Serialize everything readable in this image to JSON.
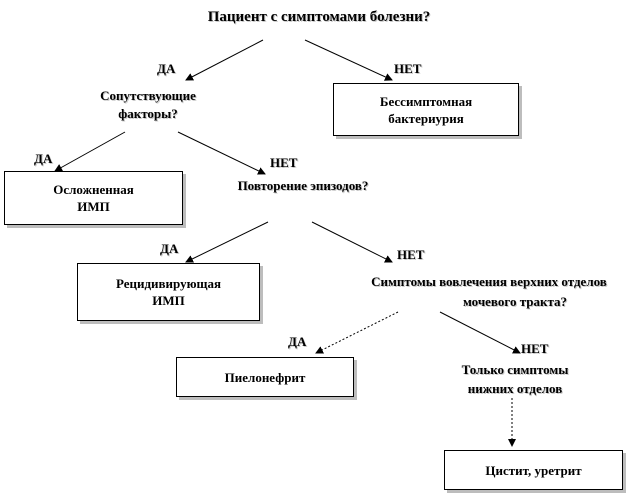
{
  "root": "Пациент с симптомами болезни?",
  "yes": "ДА",
  "no": "НЕТ",
  "nodes": {
    "comorbid": [
      "Сопутствующие",
      "факторы?"
    ],
    "asymptomatic": [
      "Бессимптомная",
      "бактериурия"
    ],
    "complicated": [
      "Осложненная",
      "ИМП"
    ],
    "recurrence": "Повторение эпизодов?",
    "recurrent": [
      "Рецидивирующая",
      "ИМП"
    ],
    "upper": [
      "Симптомы вовлечения верхних отделов",
      "мочевого тракта?"
    ],
    "pyelo": "Пиелонефрит",
    "lower": [
      "Только симптомы",
      "нижних отделов"
    ],
    "cystitis": "Цистит, уретрит"
  }
}
